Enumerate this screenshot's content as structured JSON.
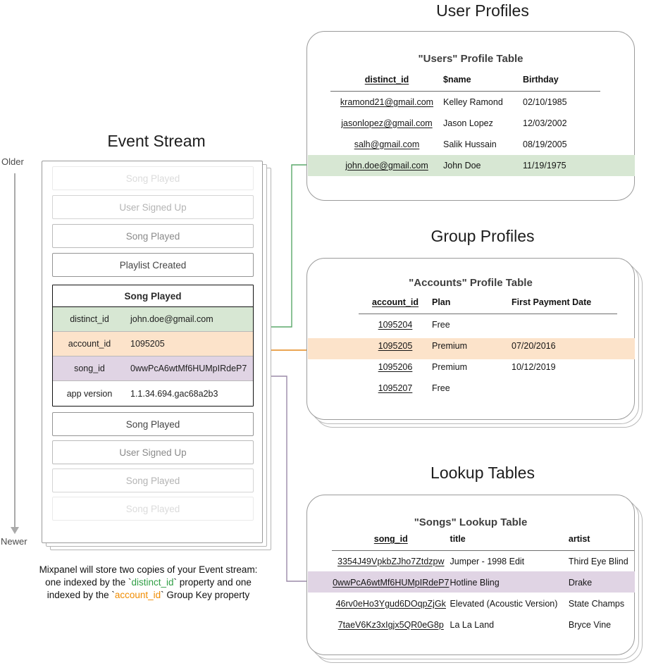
{
  "sections": {
    "event_stream_title": "Event Stream",
    "user_profiles_title": "User Profiles",
    "group_profiles_title": "Group Profiles",
    "lookup_tables_title": "Lookup Tables"
  },
  "timeline": {
    "older_label": "Older",
    "newer_label": "Newer"
  },
  "event_stream": {
    "events_above": [
      {
        "label": "Song Played",
        "fade": "f1"
      },
      {
        "label": "User Signed Up",
        "fade": "f2"
      },
      {
        "label": "Song Played",
        "fade": "f3"
      },
      {
        "label": "Playlist Created",
        "fade": "f4"
      }
    ],
    "events_below": [
      {
        "label": "Song Played",
        "fade": "f4"
      },
      {
        "label": "User Signed Up",
        "fade": "f3"
      },
      {
        "label": "Song Played",
        "fade": "f2"
      },
      {
        "label": "Song Played",
        "fade": "f1"
      }
    ],
    "selected_event": {
      "name": "Song Played",
      "properties": [
        {
          "key": "distinct_id",
          "value": "john.doe@gmail.com",
          "highlight": "green"
        },
        {
          "key": "account_id",
          "value": "1095205",
          "highlight": "orange"
        },
        {
          "key": "song_id",
          "value": "0wwPcA6wtMf6HUMpIRdeP7",
          "highlight": "purple"
        },
        {
          "key": "app version",
          "value": "1.1.34.694.gac68a2b3",
          "highlight": "none"
        }
      ]
    },
    "caption": {
      "line1": "Mixpanel will store two copies of your Event stream:",
      "line2_pre": "one indexed by the `",
      "line2_token": "distinct_id",
      "line2_post": "` property and one",
      "line3_pre": "indexed by the `",
      "line3_token": "account_id",
      "line3_post": "` Group Key property"
    }
  },
  "users_table": {
    "title": "\"Users\" Profile Table",
    "columns": [
      "distinct_id",
      "$name",
      "Birthday"
    ],
    "rows": [
      {
        "cells": [
          "kramond21@gmail.com",
          "Kelley Ramond",
          "02/10/1985"
        ],
        "highlight": "none"
      },
      {
        "cells": [
          "jasonlopez@gmail.com",
          "Jason Lopez",
          "12/03/2002"
        ],
        "highlight": "none"
      },
      {
        "cells": [
          "salh@gmail.com",
          "Salik Hussain",
          "08/19/2005"
        ],
        "highlight": "none"
      },
      {
        "cells": [
          "john.doe@gmail.com",
          "John Doe",
          "11/19/1975"
        ],
        "highlight": "green"
      }
    ]
  },
  "accounts_table": {
    "title": "\"Accounts\" Profile Table",
    "columns": [
      "account_id",
      "Plan",
      "First Payment Date"
    ],
    "rows": [
      {
        "cells": [
          "1095204",
          "Free",
          ""
        ],
        "highlight": "none"
      },
      {
        "cells": [
          "1095205",
          "Premium",
          "07/20/2016"
        ],
        "highlight": "orange"
      },
      {
        "cells": [
          "1095206",
          "Premium",
          "10/12/2019"
        ],
        "highlight": "none"
      },
      {
        "cells": [
          "1095207",
          "Free",
          ""
        ],
        "highlight": "none"
      }
    ]
  },
  "songs_table": {
    "title": "\"Songs\" Lookup Table",
    "columns": [
      "song_id",
      "title",
      "artist"
    ],
    "rows": [
      {
        "cells": [
          "3354J49VpkbZJho7Ztdzpw",
          "Jumper - 1998 Edit",
          "Third Eye Blind"
        ],
        "highlight": "none"
      },
      {
        "cells": [
          "0wwPcA6wtMf6HUMpIRdeP7",
          "Hotline Bling",
          "Drake"
        ],
        "highlight": "purple"
      },
      {
        "cells": [
          "46rv0eHo3Ygud6DOqpZjGk",
          "Elevated (Acoustic Version)",
          "State Champs"
        ],
        "highlight": "none"
      },
      {
        "cells": [
          "7taeV6Kz3xIgjx5QR0eG8p",
          "La La Land",
          "Bryce Vine"
        ],
        "highlight": "none"
      }
    ]
  },
  "colors": {
    "green": "#d7e7d3",
    "orange": "#fce3ca",
    "purple": "#e0d4e4",
    "green_arrow": "#5aa86a",
    "orange_arrow": "#e89a3c",
    "purple_arrow": "#9b8aa8",
    "card_border": "#9b9b9b"
  }
}
